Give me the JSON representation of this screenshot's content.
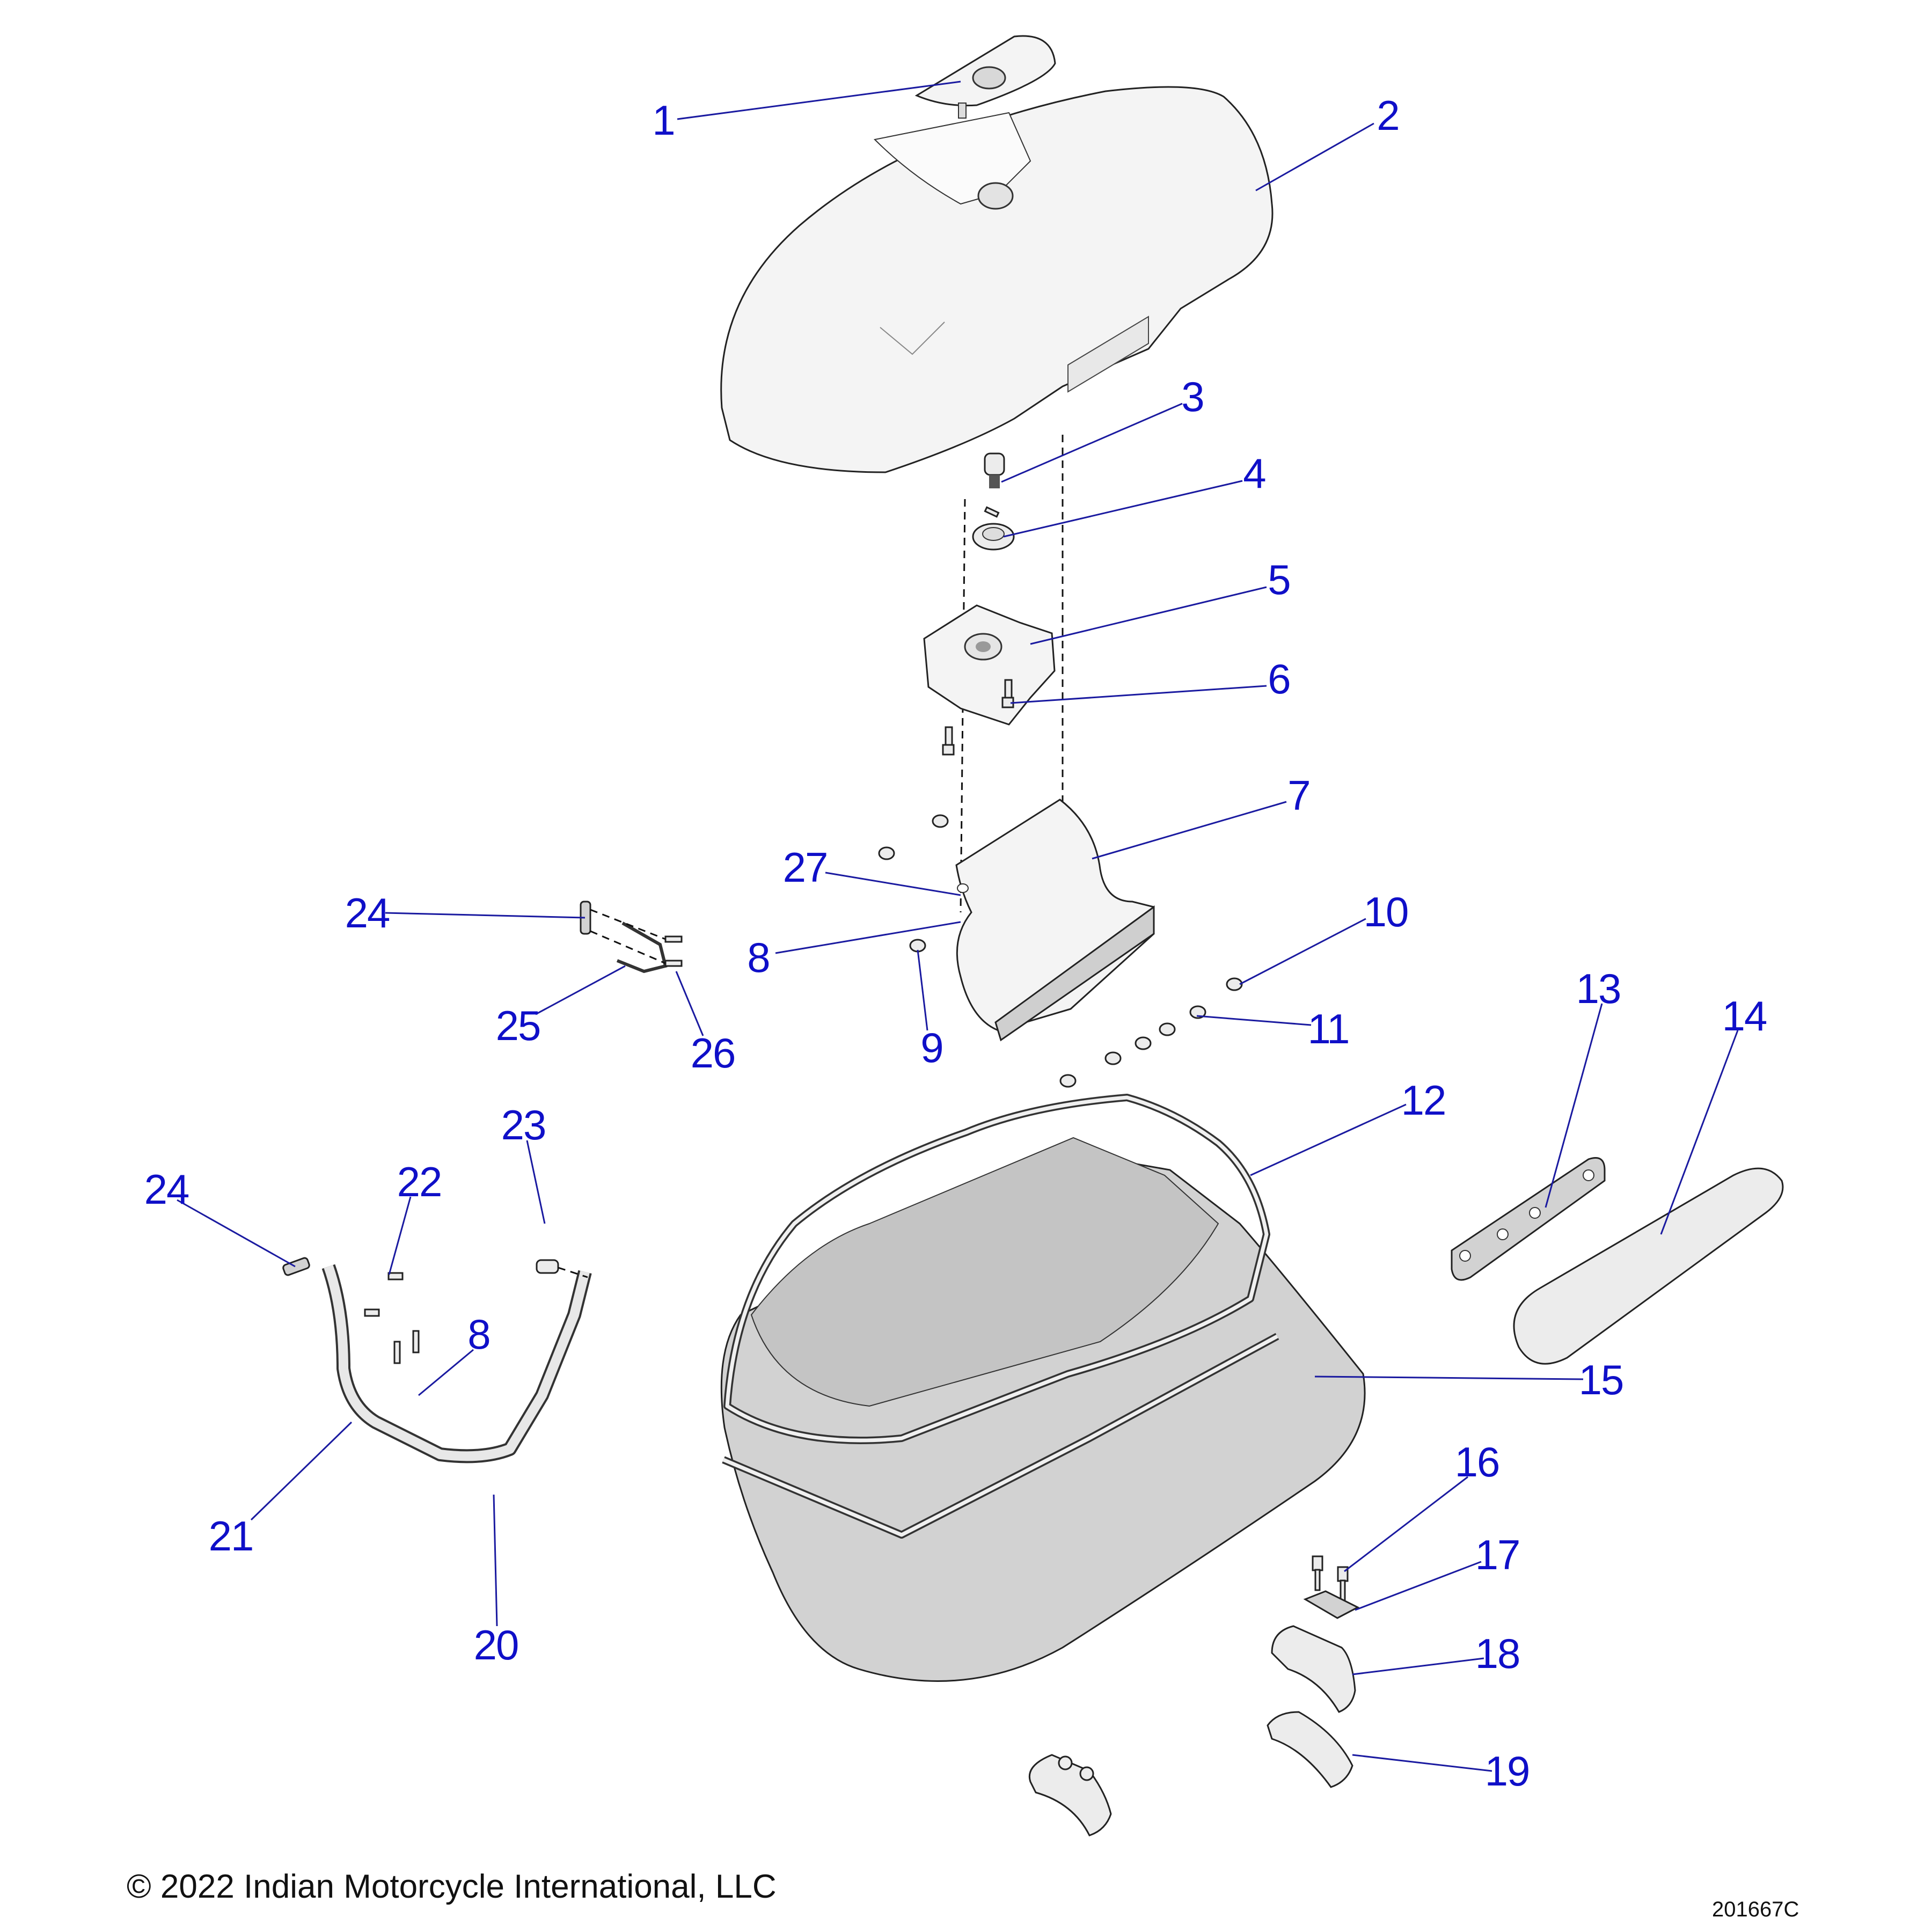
{
  "diagram": {
    "title": "Saddlebag assembly exploded parts diagram",
    "callout_color": "#0f0fc8",
    "callouts": [
      {
        "id": "c1",
        "label": "1",
        "part": "lid badge / lock cover"
      },
      {
        "id": "c2",
        "label": "2",
        "part": "saddlebag lid"
      },
      {
        "id": "c3",
        "label": "3",
        "part": "lock cylinder"
      },
      {
        "id": "c4",
        "label": "4",
        "part": "grommet"
      },
      {
        "id": "c5",
        "label": "5",
        "part": "latch mechanism"
      },
      {
        "id": "c6",
        "label": "6",
        "part": "screw"
      },
      {
        "id": "c7",
        "label": "7",
        "part": "latch bracket"
      },
      {
        "id": "c27",
        "label": "27",
        "part": "washer"
      },
      {
        "id": "c8a",
        "label": "8",
        "part": "screw"
      },
      {
        "id": "c9",
        "label": "9",
        "part": "push pin"
      },
      {
        "id": "c10",
        "label": "10",
        "part": "push pin"
      },
      {
        "id": "c11",
        "label": "11",
        "part": "push pin"
      },
      {
        "id": "c24a",
        "label": "24",
        "part": "strap plate"
      },
      {
        "id": "c25",
        "label": "25",
        "part": "hinge clip"
      },
      {
        "id": "c26",
        "label": "26",
        "part": "screw"
      },
      {
        "id": "c12",
        "label": "12",
        "part": "guard rail"
      },
      {
        "id": "c13",
        "label": "13",
        "part": "hinge"
      },
      {
        "id": "c14",
        "label": "14",
        "part": "hinge cover"
      },
      {
        "id": "c15",
        "label": "15",
        "part": "saddlebag base"
      },
      {
        "id": "c23",
        "label": "23",
        "part": "bolt"
      },
      {
        "id": "c22",
        "label": "22",
        "part": "screw"
      },
      {
        "id": "c24b",
        "label": "24",
        "part": "strap plate"
      },
      {
        "id": "c8b",
        "label": "8",
        "part": "screw"
      },
      {
        "id": "c21",
        "label": "21",
        "part": "support bracket"
      },
      {
        "id": "c20",
        "label": "20",
        "part": "support bracket"
      },
      {
        "id": "c16",
        "label": "16",
        "part": "bolt"
      },
      {
        "id": "c17",
        "label": "17",
        "part": "plate"
      },
      {
        "id": "c18",
        "label": "18",
        "part": "mount clamp"
      },
      {
        "id": "c19",
        "label": "19",
        "part": "rubber isolator"
      }
    ]
  },
  "footer": {
    "copyright": "© 2022 Indian Motorcycle International, LLC",
    "drawing_id": "201667C"
  }
}
